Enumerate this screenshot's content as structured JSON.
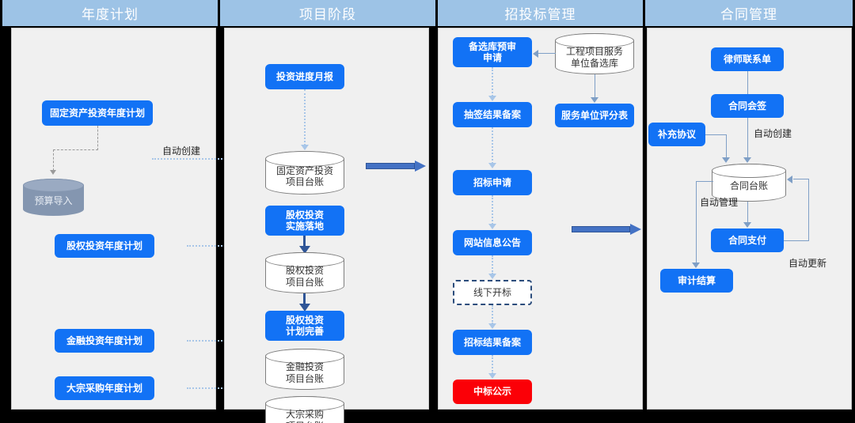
{
  "columns": [
    {
      "title": "年度计划"
    },
    {
      "title": "项目阶段"
    },
    {
      "title": "招投标管理"
    },
    {
      "title": "合同管理"
    }
  ],
  "col1": {
    "nodes": [
      {
        "label": "固定资产投资年度计划"
      },
      {
        "label": "股权投资年度计划"
      },
      {
        "label": "金融投资年度计划"
      },
      {
        "label": "大宗采购年度计划"
      }
    ],
    "store": {
      "label": "预算导入"
    },
    "edge_label": "自动创建"
  },
  "col2": {
    "nodes": [
      {
        "label": "投资进度月报"
      },
      {
        "label": "股权投资\n实施落地"
      },
      {
        "label": "股权投资\n计划完善"
      }
    ],
    "ledgers": [
      {
        "label": "固定资产投资\n项目台账"
      },
      {
        "label": "股权投资\n项目台账"
      },
      {
        "label": "金融投资\n项目台账"
      },
      {
        "label": "大宗采购\n项目台账"
      }
    ]
  },
  "col3": {
    "flow": [
      {
        "label": "备选库预审\n申请",
        "kind": "blue"
      },
      {
        "label": "抽签结果备案",
        "kind": "blue"
      },
      {
        "label": "招标申请",
        "kind": "blue"
      },
      {
        "label": "网站信息公告",
        "kind": "blue"
      },
      {
        "label": "线下开标",
        "kind": "dashed"
      },
      {
        "label": "招标结果备案",
        "kind": "blue"
      },
      {
        "label": "中标公示",
        "kind": "red"
      }
    ],
    "side_store": {
      "label": "工程项目服务\n单位备选库"
    },
    "side_node": {
      "label": "服务单位评分表"
    }
  },
  "col4": {
    "nodes": [
      {
        "label": "律师联系单"
      },
      {
        "label": "合同会签"
      },
      {
        "label": "补充协议"
      },
      {
        "label": "合同支付"
      },
      {
        "label": "审计结算"
      }
    ],
    "ledger": {
      "label": "合同台账"
    },
    "edge_labels": {
      "auto_create": "自动创建",
      "auto_manage": "自动管理",
      "auto_update": "自动更新"
    }
  },
  "colors": {
    "header": "#9dc3e6",
    "node_blue": "#1272f5",
    "node_red": "#fb0007",
    "arrow_blue": "#4472c4",
    "panel_bg": "#f0f0f0"
  }
}
